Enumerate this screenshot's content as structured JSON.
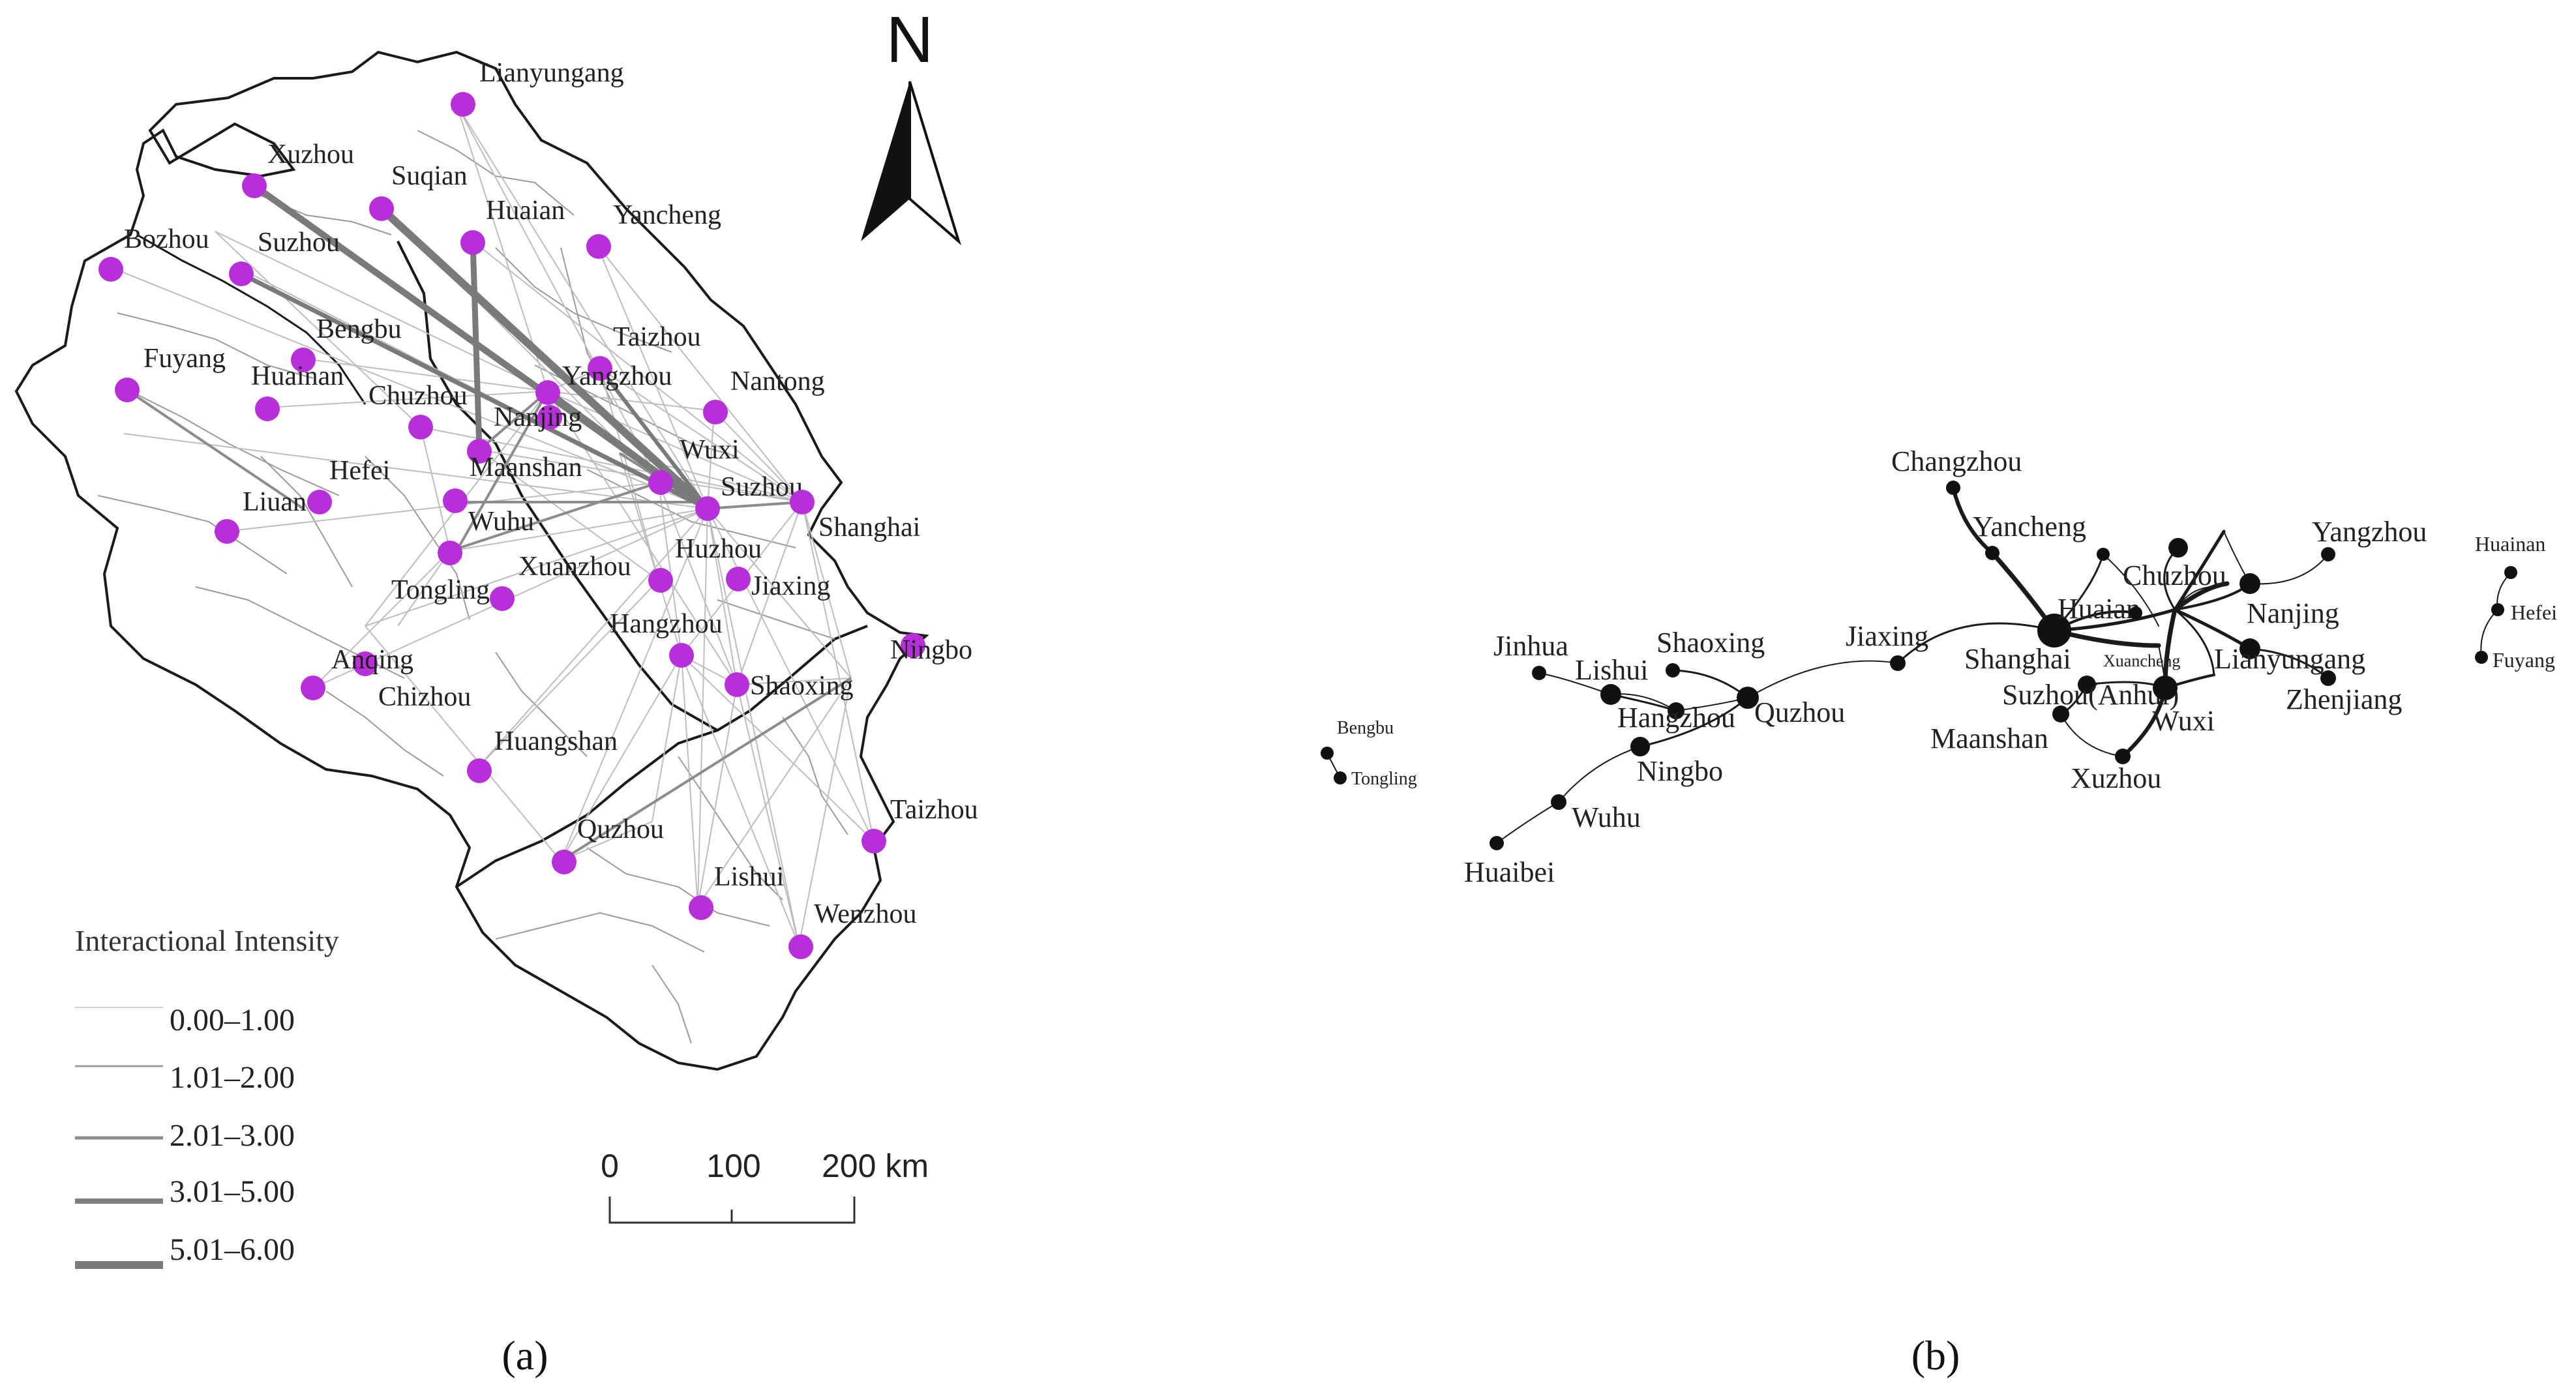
{
  "panel_a": {
    "caption": "(a)",
    "north_label": "N",
    "legend": {
      "title": "Interactional Intensity",
      "classes": [
        {
          "label": "0.00–1.00",
          "level": 1
        },
        {
          "label": "1.01–2.00",
          "level": 2
        },
        {
          "label": "2.01–3.00",
          "level": 3
        },
        {
          "label": "3.01–5.00",
          "level": 4
        },
        {
          "label": "5.01–6.00",
          "level": 5
        }
      ]
    },
    "scale_bar": {
      "ticks": [
        "0",
        "100",
        "200 km"
      ]
    },
    "node_color": "#b62fd8",
    "cities": [
      {
        "name": "Lianyungang"
      },
      {
        "name": "Xuzhou"
      },
      {
        "name": "Suqian"
      },
      {
        "name": "Huaian"
      },
      {
        "name": "Yancheng"
      },
      {
        "name": "Bozhou"
      },
      {
        "name": "Suzhou"
      },
      {
        "name": "Bengbu"
      },
      {
        "name": "Taizhou"
      },
      {
        "name": "Fuyang"
      },
      {
        "name": "Huainan"
      },
      {
        "name": "Chuzhou"
      },
      {
        "name": "Yangzhou"
      },
      {
        "name": "Nantong"
      },
      {
        "name": "Nanjing"
      },
      {
        "name": "Wuxi"
      },
      {
        "name": "Hefei"
      },
      {
        "name": "Maanshan"
      },
      {
        "name": "Suzhou"
      },
      {
        "name": "Shanghai"
      },
      {
        "name": "Liuan"
      },
      {
        "name": "Wuhu"
      },
      {
        "name": "Huzhou"
      },
      {
        "name": "Xuanzhou"
      },
      {
        "name": "Tongling"
      },
      {
        "name": "Jiaxing"
      },
      {
        "name": "Hangzhou"
      },
      {
        "name": "Ningbo"
      },
      {
        "name": "Anqing"
      },
      {
        "name": "Shaoxing"
      },
      {
        "name": "Chizhou"
      },
      {
        "name": "Huangshan"
      },
      {
        "name": "Taizhou"
      },
      {
        "name": "Quzhou"
      },
      {
        "name": "Lishui"
      },
      {
        "name": "Wenzhou"
      }
    ]
  },
  "panel_b": {
    "caption": "(b)",
    "nodes": [
      {
        "name": "Changzhou"
      },
      {
        "name": "Yancheng"
      },
      {
        "name": "Yangzhou"
      },
      {
        "name": "Huainan"
      },
      {
        "name": "Hefei"
      },
      {
        "name": "Fuyang"
      },
      {
        "name": "Chuzhou"
      },
      {
        "name": "Huaian"
      },
      {
        "name": "Nanjing"
      },
      {
        "name": "Jiaxing"
      },
      {
        "name": "Shanghai"
      },
      {
        "name": "Xuancheng"
      },
      {
        "name": "Lianyungang"
      },
      {
        "name": "Zhenjiang"
      },
      {
        "name": "Suzhou(Anhui)"
      },
      {
        "name": "Wuxi"
      },
      {
        "name": "Maanshan"
      },
      {
        "name": "Xuzhou"
      },
      {
        "name": "Jinhua"
      },
      {
        "name": "Shaoxing"
      },
      {
        "name": "Lishui"
      },
      {
        "name": "Hangzhou"
      },
      {
        "name": "Quzhou"
      },
      {
        "name": "Ningbo"
      },
      {
        "name": "Wuhu"
      },
      {
        "name": "Huaibei"
      },
      {
        "name": "Bengbu"
      },
      {
        "name": "Tongling"
      }
    ]
  }
}
